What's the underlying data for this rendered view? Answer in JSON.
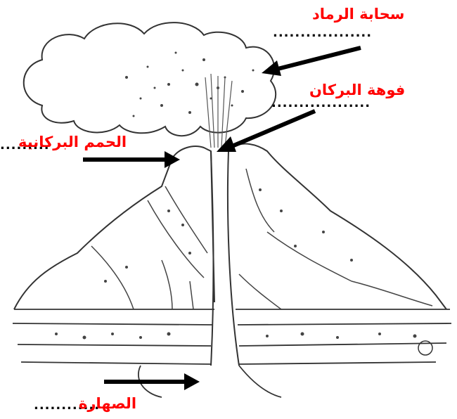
{
  "labels": {
    "ash_cloud": "سحابة الرماد",
    "crater": "فوهة البركان",
    "volcanic_bombs": "الحمم البركانية",
    "magma": "الصهارة"
  },
  "leaders": {
    "ash_cloud": "..................",
    "crater": "..................",
    "volcanic_bombs": ".........",
    "magma": "............"
  },
  "colors": {
    "label": "#ff0000",
    "arrow": "#000000",
    "line": "#333333",
    "dots": "#000000"
  }
}
